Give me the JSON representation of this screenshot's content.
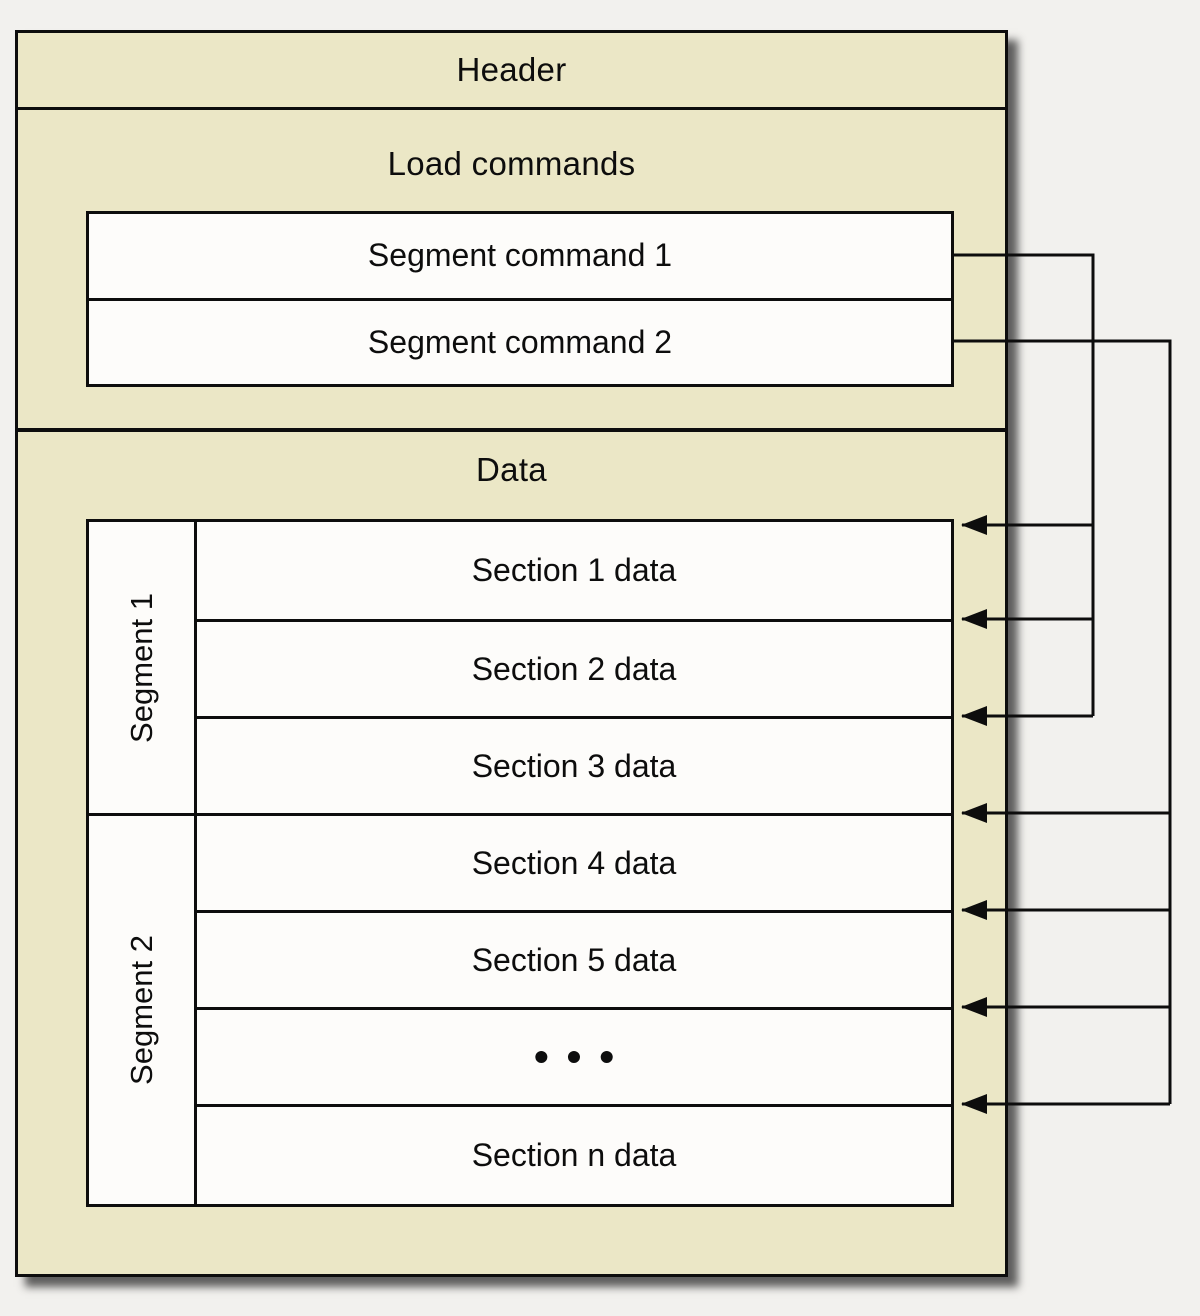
{
  "diagram": {
    "header_label": "Header",
    "load_commands": {
      "label": "Load commands",
      "commands": [
        "Segment command 1",
        "Segment command 2"
      ]
    },
    "data": {
      "label": "Data",
      "segments": [
        {
          "label": "Segment 1",
          "sections": [
            "Section 1 data",
            "Section 2 data",
            "Section 3 data"
          ]
        },
        {
          "label": "Segment 2",
          "sections": [
            "Section 4 data",
            "Section 5 data",
            "•••",
            "Section n data"
          ]
        }
      ]
    },
    "colors": {
      "background": "#f2f1ee",
      "box_fill": "#ebe7c6",
      "row_fill": "#fdfcfa",
      "line": "#0d0d0d"
    }
  }
}
